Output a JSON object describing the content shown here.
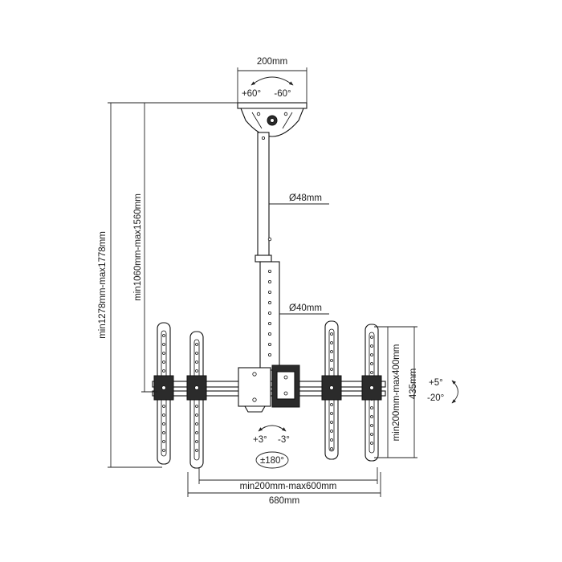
{
  "labels": {
    "ceiling_plate_width": "200mm",
    "ceiling_swivel_plus": "+60°",
    "ceiling_swivel_minus": "-60°",
    "upper_pole_diameter": "Ø48mm",
    "lower_pole_diameter": "Ø40mm",
    "total_height": "min1278mm-max1778mm",
    "pole_length": "min1060mm-max1560mm",
    "bracket_height": "435mm",
    "vesa_vertical": "min200mm-max400mm",
    "tilt_plus": "+5°",
    "tilt_minus": "-20°",
    "level_plus": "+3°",
    "level_minus": "-3°",
    "rotation": "±180°",
    "vesa_horizontal": "min200mm-max600mm",
    "overall_width": "680mm"
  },
  "colors": {
    "line": "#111111",
    "background": "#ffffff"
  }
}
